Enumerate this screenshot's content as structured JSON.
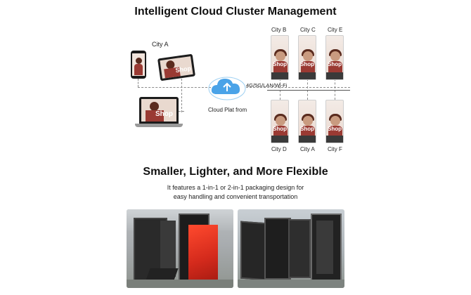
{
  "diagram": {
    "title": "Intelligent Cloud Cluster Management",
    "city_a_label": "City A",
    "cloud_label": "Cloud Plat from",
    "network_label": "4G/5G/LAN/Wi-Fi",
    "shop_text": "Shop",
    "top_row": [
      "City B",
      "City C",
      "City E"
    ],
    "bottom_row": [
      "City D",
      "City A",
      "City F"
    ]
  },
  "feature": {
    "title": "Smaller, Lighter, and More Flexible",
    "line1": "It features a 1-in-1 or 2-in-1 packaging design for",
    "line2": "easy handling and convenient transportation"
  },
  "colors": {
    "accent_blue": "#4aa3e8",
    "screen_red": "#d42a1c"
  }
}
